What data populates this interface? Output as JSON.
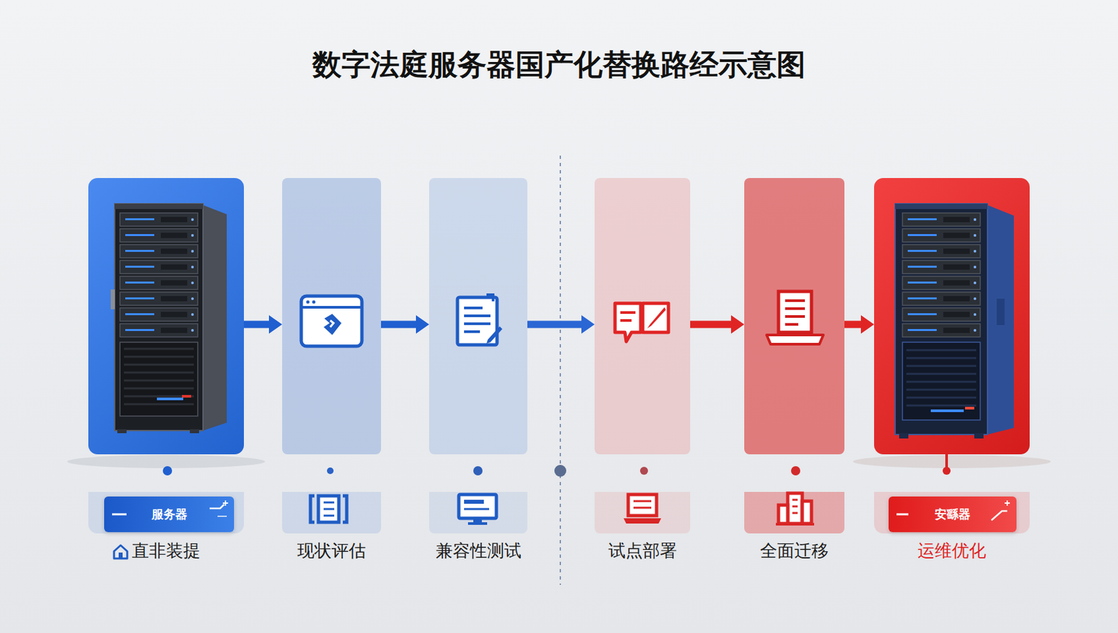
{
  "diagram": {
    "title": "数字法庭服务器国产化替换路经示意图",
    "nodes": [
      {
        "text": [
          "直非装提"
        ]
      },
      {
        "text": [
          "服务器"
        ],
        "in": 0
      },
      {
        "text": [
          "现状评估"
        ]
      },
      {
        "text": [
          "兼容性测试"
        ]
      },
      {
        "text": [
          "试点部署"
        ]
      },
      {
        "text": [
          "全面迁移"
        ]
      },
      {
        "text": [
          "运维优化"
        ]
      },
      {
        "text": [
          "安繇器"
        ],
        "in": 6
      }
    ],
    "edges": [
      {
        "from": 0,
        "to": 2,
        "arrow": "to"
      },
      {
        "from": 2,
        "to": 3,
        "arrow": "to"
      },
      {
        "from": 3,
        "to": 4,
        "arrow": "to"
      },
      {
        "from": 4,
        "to": 5,
        "arrow": "to"
      },
      {
        "from": 5,
        "to": 6,
        "arrow": "to"
      }
    ]
  }
}
